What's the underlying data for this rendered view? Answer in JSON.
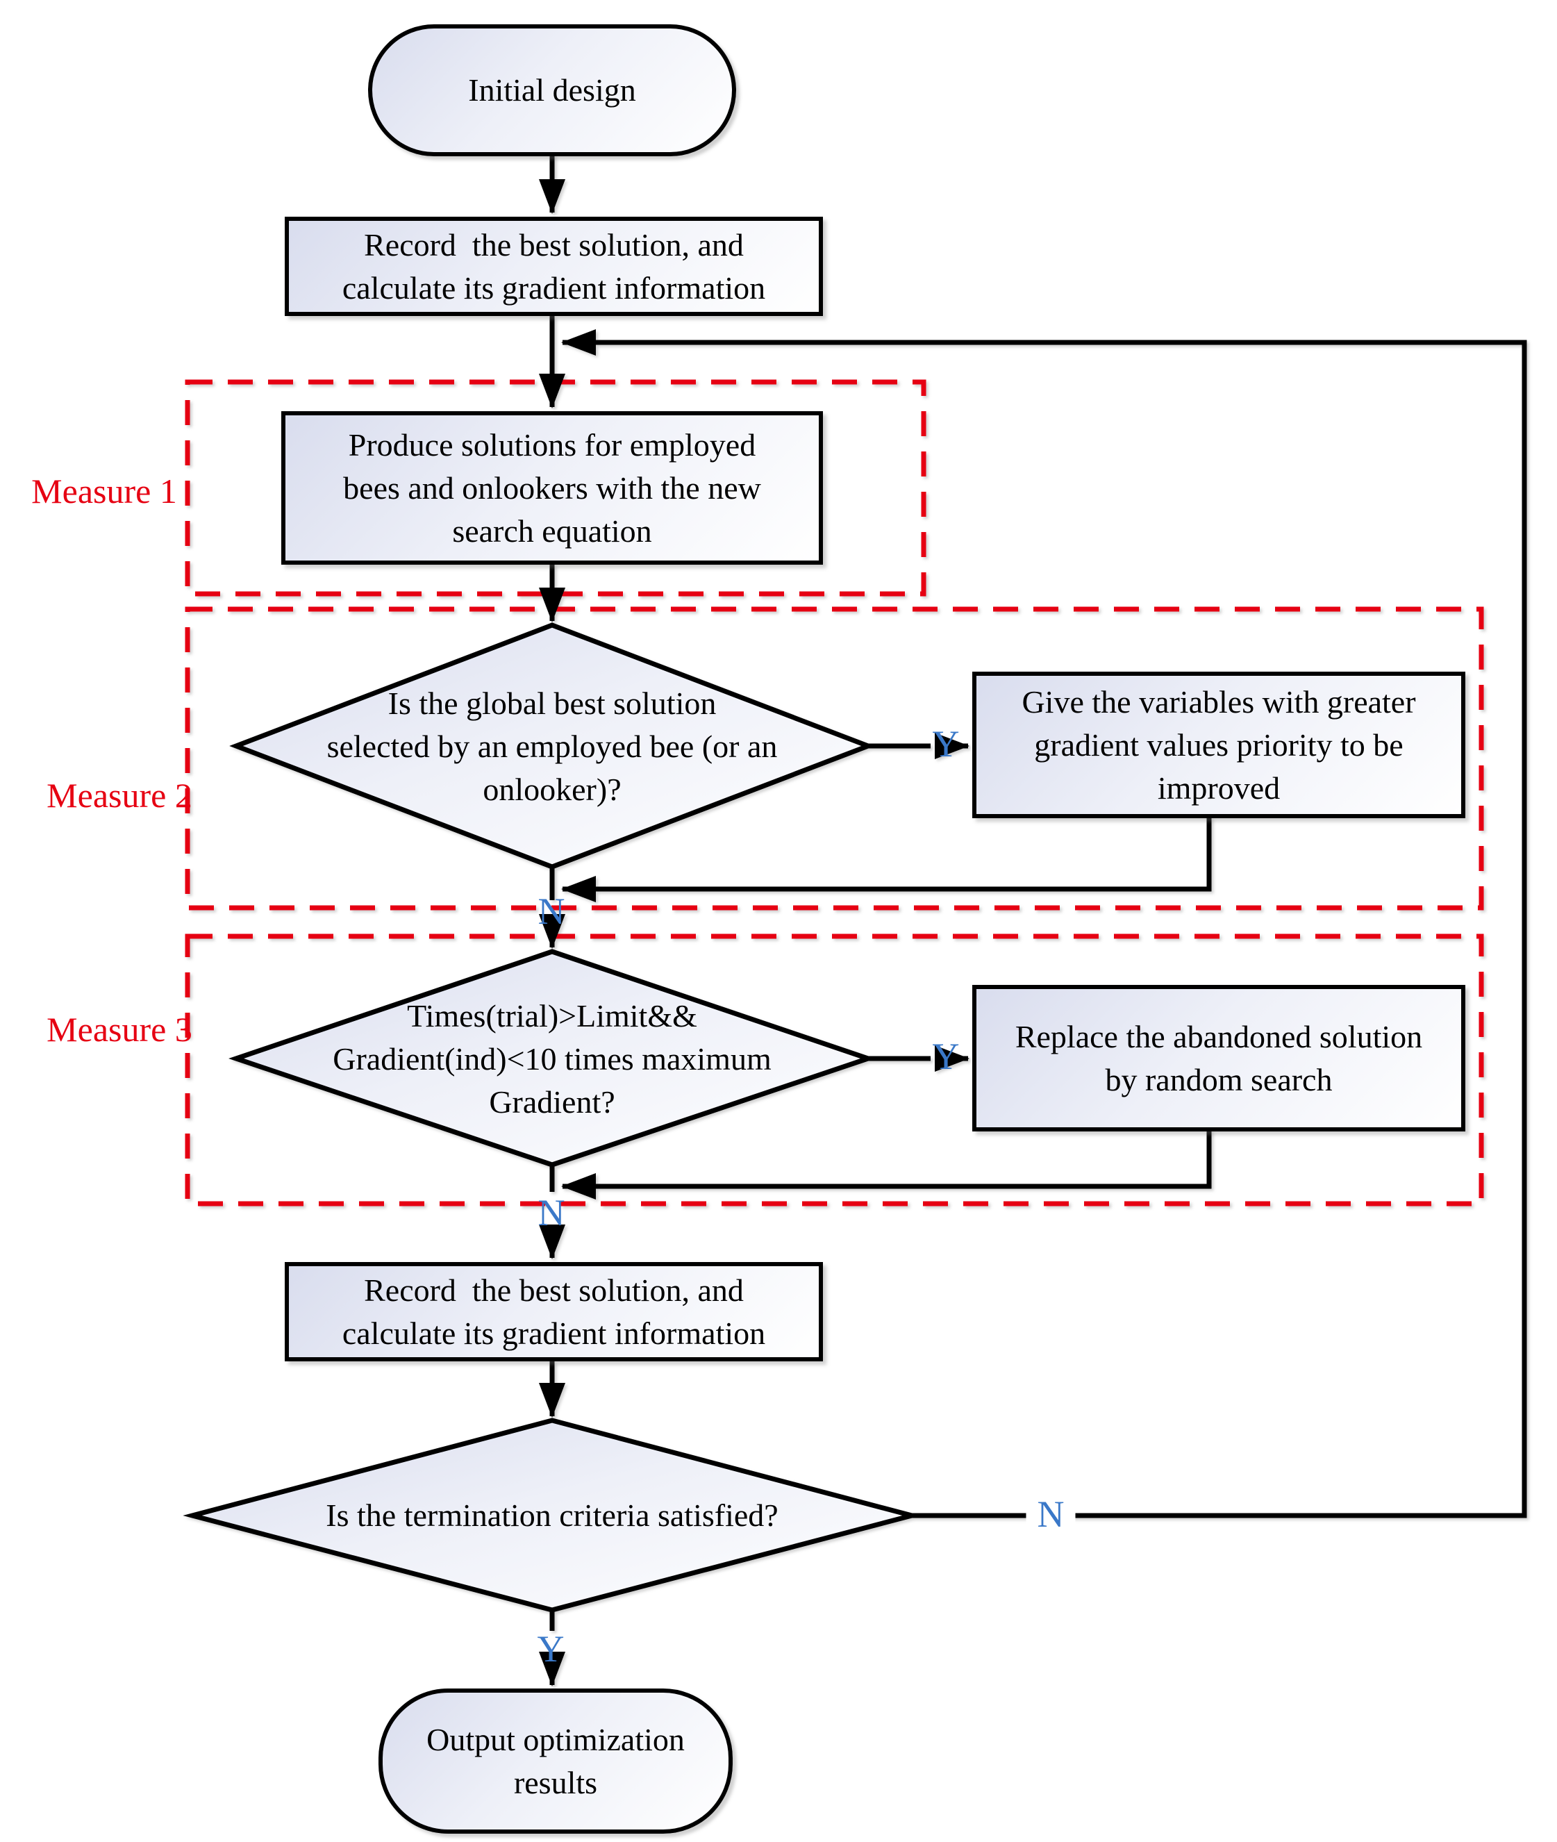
{
  "nodes": {
    "start": "Initial design",
    "record_top": "Record  the best solution, and\ncalculate its gradient information",
    "produce": "Produce solutions for employed\nbees and onlookers with the new\nsearch equation",
    "decision_global_best": "Is the global best solution\nselected by an employed bee (or an\nonlooker)?",
    "gradient_priority": "Give the variables with greater\ngradient values priority to be\nimproved",
    "decision_abandon": "Times(trial)>Limit&&\nGradient(ind)<10 times maximum\nGradient?",
    "random_search": "Replace the abandoned solution\nby random search",
    "record_bottom": "Record  the best solution, and\ncalculate its gradient information",
    "decision_termination": "Is the termination criteria satisfied?",
    "output": "Output optimization\nresults"
  },
  "measures": [
    {
      "label": "Measure 1"
    },
    {
      "label": "Measure 2"
    },
    {
      "label": "Measure 3"
    }
  ],
  "branch_labels": {
    "d2_yes": "Y",
    "d2_no": "N",
    "d3_yes": "Y",
    "d3_no": "N",
    "term_yes": "Y",
    "term_no": "N"
  },
  "colors": {
    "connector": "#000000",
    "node_border": "#000000",
    "node_fill_start": "#d9ddee",
    "node_fill_end": "#ffffff",
    "dashed_group_box": "#e60012",
    "measure_label": "#e60012",
    "branch_label": "#3a78c8"
  }
}
